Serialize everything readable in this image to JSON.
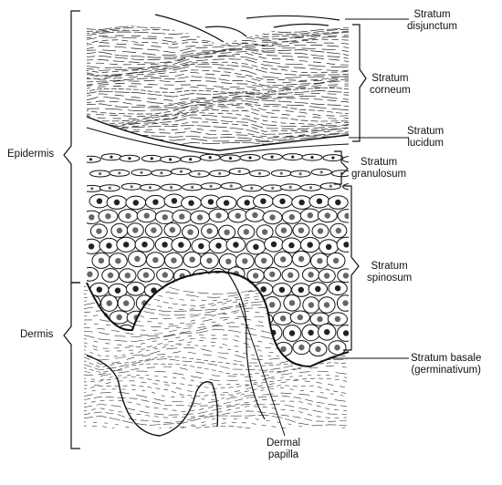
{
  "diagram": {
    "labels": {
      "stratum_disjunctum": [
        "Stratum",
        "disjunctum"
      ],
      "stratum_corneum": [
        "Stratum",
        "corneum"
      ],
      "stratum_lucidum": [
        "Stratum",
        "lucidum"
      ],
      "stratum_granulosum": [
        "Stratum",
        "granulosum"
      ],
      "stratum_spinosum": [
        "Stratum",
        "spinosum"
      ],
      "stratum_basale": [
        "Stratum basale",
        "(germinativum)"
      ],
      "epidermis": "Epidermis",
      "dermis": "Dermis",
      "dermal_papilla": [
        "Dermal",
        "papilla"
      ]
    },
    "colors": {
      "ink": "#111111",
      "paper": "#ffffff"
    }
  }
}
